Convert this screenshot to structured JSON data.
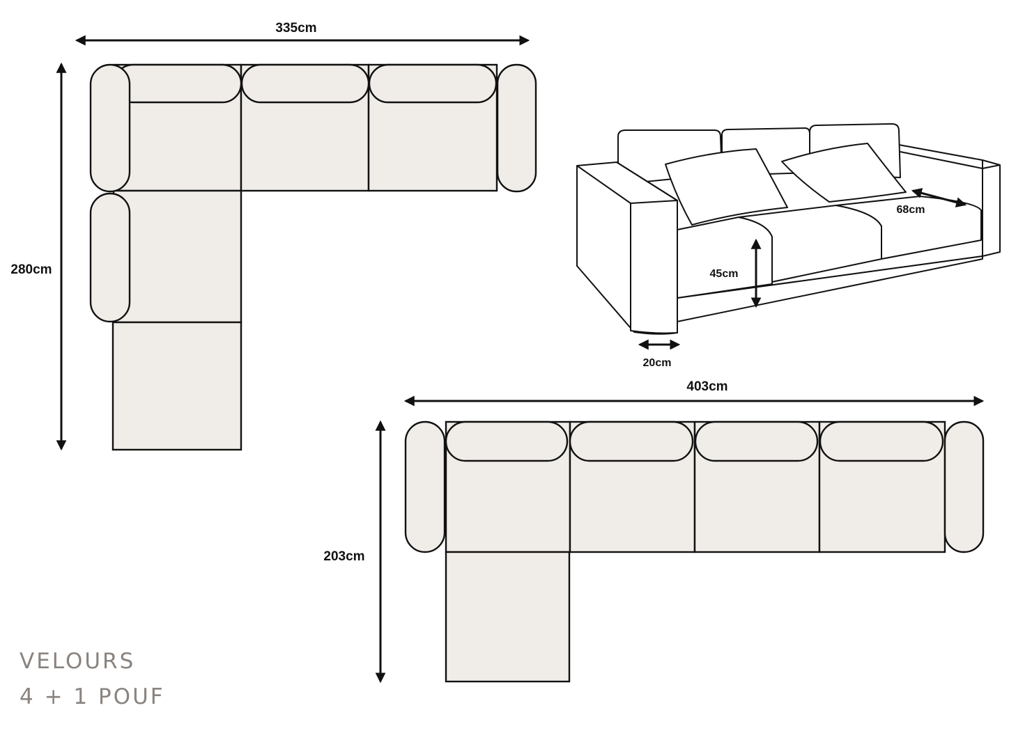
{
  "colors": {
    "fabric": "#f0ede8",
    "outline": "#111111",
    "caption": "#8a837e",
    "background": "#ffffff"
  },
  "dimensions": {
    "corner_width": "335cm",
    "corner_depth": "280cm",
    "seat_depth": "68cm",
    "seat_height": "45cm",
    "arm_width": "20cm",
    "large_width": "403cm",
    "large_depth": "203cm"
  },
  "caption": {
    "line1": "VELOURS",
    "line2": "4 + 1 POUF"
  }
}
